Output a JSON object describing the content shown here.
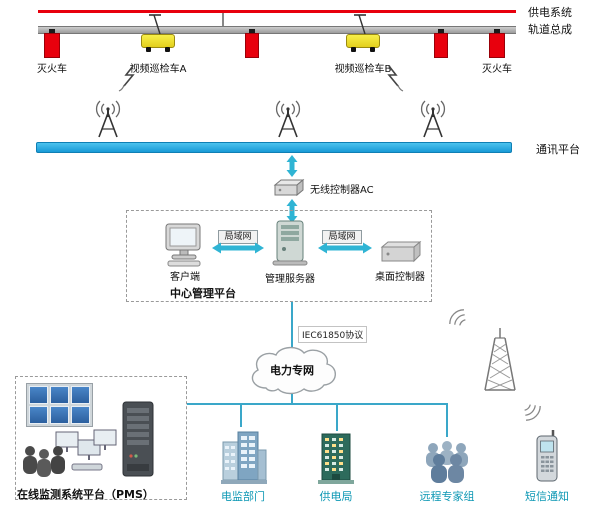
{
  "labels": {
    "power_system": "供电系统",
    "track": "轨道总成",
    "fire_truck_left": "灭火车",
    "fire_truck_right": "灭火车",
    "patrol_a": "视频巡检车A",
    "patrol_b": "视频巡检车B",
    "comm_platform": "通讯平台",
    "wireless_ac": "无线控制器AC",
    "lan_left": "局域网",
    "lan_right": "局域网",
    "client": "客户端",
    "mgmt_server": "管理服务器",
    "desktop_controller": "桌面控制器",
    "center_platform": "中心管理平台",
    "protocol": "IEC61850协议",
    "power_network": "电力专网",
    "pms": "在线监测系统平台（PMS）",
    "dept": "电监部门",
    "bureau": "供电局",
    "experts": "远程专家组",
    "sms": "短信通知"
  },
  "colors": {
    "power_line_red": "#e8000d",
    "track_gray": "#b3b3b3",
    "comm_blue": "#2aa8e0",
    "arrow_teal": "#2fb4d4",
    "line_teal": "#3aa7c9",
    "label_teal": "#0d98b4",
    "patrol_yellow": "#f2e23a",
    "screen_blue": "#2e6db4"
  }
}
